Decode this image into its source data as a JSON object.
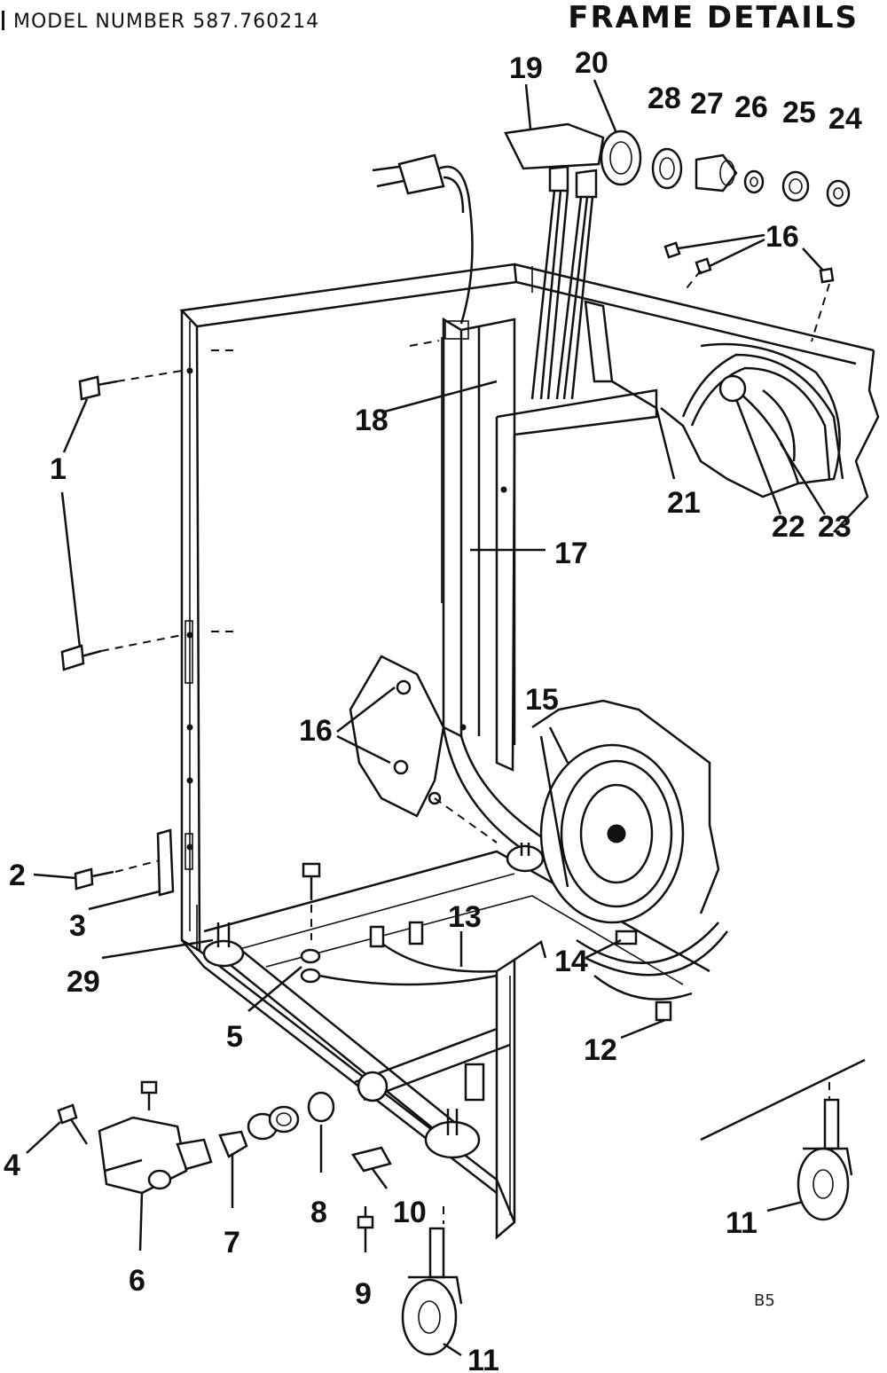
{
  "header": {
    "model_label": "MODEL NUMBER 587.760214",
    "title": "FRAME DETAILS"
  },
  "callouts": {
    "c1": "1",
    "c2": "2",
    "c3": "3",
    "c4": "4",
    "c5": "5",
    "c6": "6",
    "c7": "7",
    "c8": "8",
    "c9": "9",
    "c10": "10",
    "c11a": "11",
    "c11b": "11",
    "c12": "12",
    "c13": "13",
    "c14": "14",
    "c15": "15",
    "c16a": "16",
    "c16b": "16",
    "c17": "17",
    "c18": "18",
    "c19": "19",
    "c20": "20",
    "c21": "21",
    "c22": "22",
    "c23": "23",
    "c24": "24",
    "c25": "25",
    "c26": "26",
    "c27": "27",
    "c28": "28",
    "c29": "29"
  },
  "page_code": "B5",
  "colors": {
    "ink": "#111111",
    "paper": "#ffffff"
  }
}
